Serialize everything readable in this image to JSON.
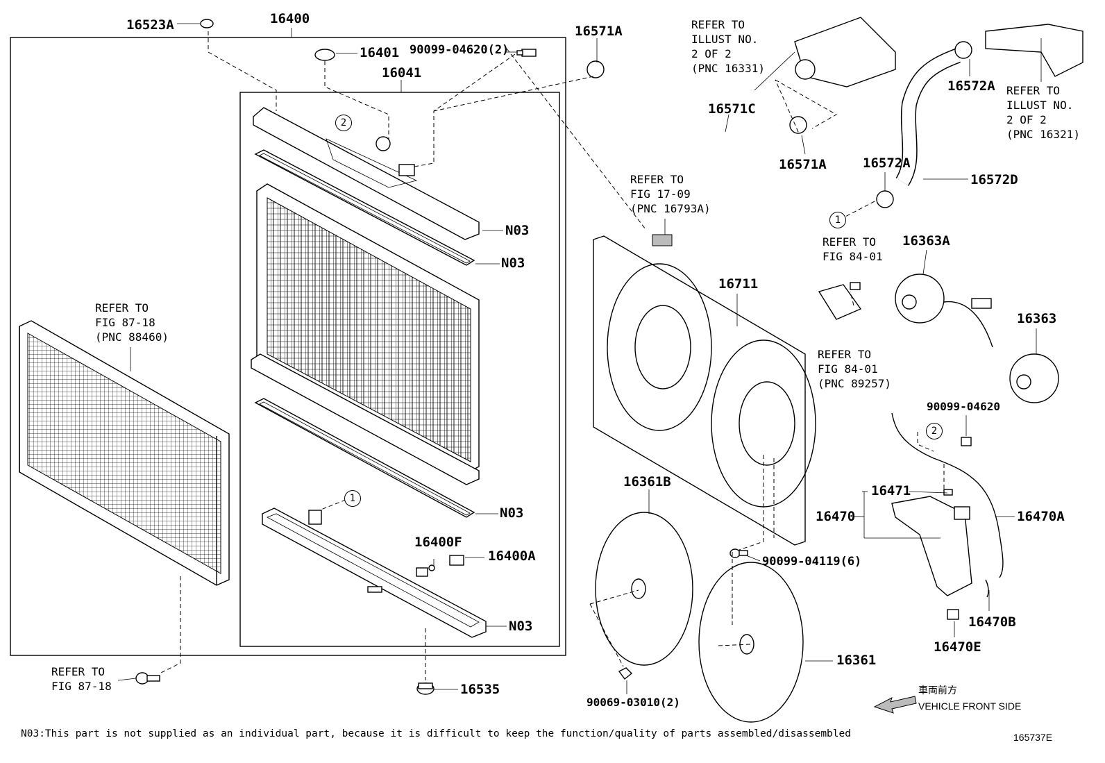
{
  "parts": {
    "p16400": "16400",
    "p16523A": "16523A",
    "p16401": "16401",
    "p90099_04620_2": "90099-04620(2)",
    "p16041": "16041",
    "p16571A_top": "16571A",
    "p16571C": "16571C",
    "p16571A_bottom": "16571A",
    "p16572A_top": "16572A",
    "p16572A_mid": "16572A",
    "p16572D": "16572D",
    "p16363A": "16363A",
    "p16363": "16363",
    "p16711": "16711",
    "p90099_04620": "90099-04620",
    "p16361B": "16361B",
    "p16471": "16471",
    "p16470": "16470",
    "p16470A": "16470A",
    "p16400F": "16400F",
    "p16400A": "16400A",
    "p90099_04119_6": "90099-04119(6)",
    "p16470B": "16470B",
    "p16470E": "16470E",
    "p16361": "16361",
    "p16535": "16535",
    "p90069_03010_2": "90069-03010(2)",
    "n03_1": "N03",
    "n03_2": "N03",
    "n03_3": "N03",
    "n03_4": "N03"
  },
  "references": {
    "illust_16331": "REFER TO\nILLUST NO.\n2 OF 2\n(PNC 16331)",
    "illust_16321": "REFER TO\nILLUST NO.\n2 OF 2\n(PNC 16321)",
    "fig_17_09": "REFER TO\nFIG 17-09\n(PNC 16793A)",
    "fig_84_01_a": "REFER TO\nFIG 84-01",
    "fig_84_01_b": "REFER TO\nFIG 84-01\n(PNC 89257)",
    "fig_87_18_a": "REFER TO\nFIG 87-18\n(PNC 88460)",
    "fig_87_18_b": "REFER TO\nFIG 87-18"
  },
  "callouts": {
    "c1_top": "1",
    "c1_bottom": "1",
    "c2_left": "2",
    "c2_right": "2"
  },
  "footer": {
    "note": "N03:This part is not supplied as an individual part, because it is difficult to keep the function/quality of parts assembled/disassembled",
    "front_jp": "車両前方",
    "front_en": "VEHICLE FRONT SIDE",
    "illustration_code": "165737E"
  }
}
